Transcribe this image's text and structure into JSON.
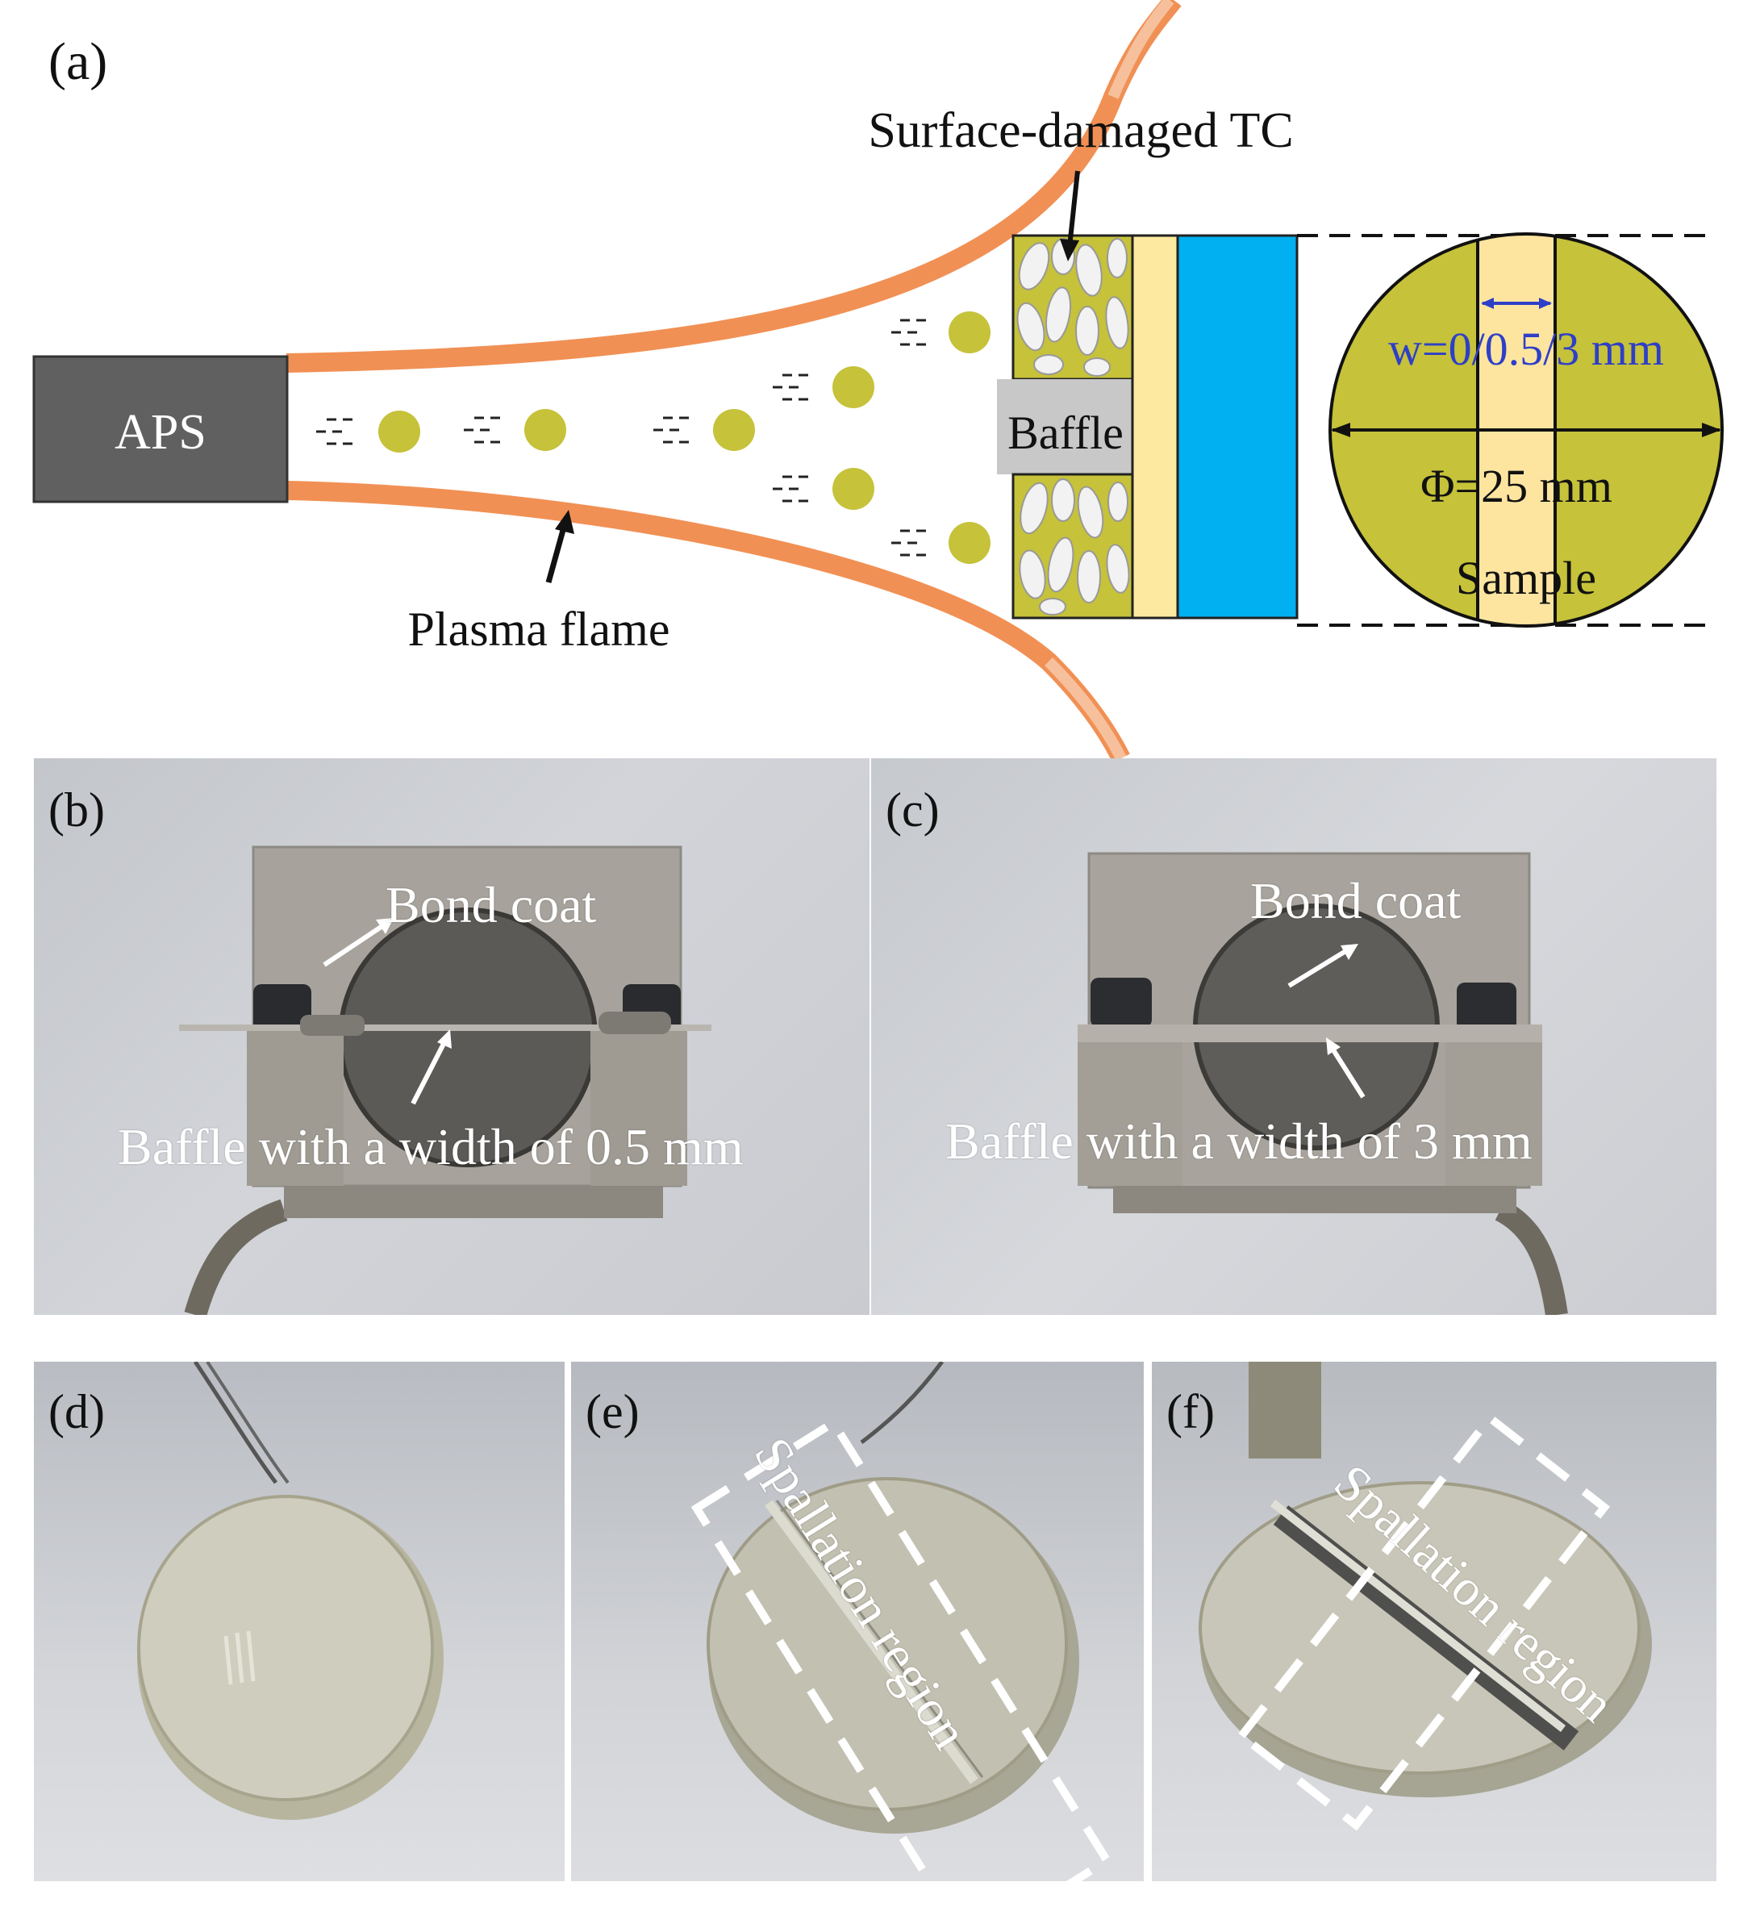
{
  "panel_a": {
    "label": "(a)",
    "aps_label": "APS",
    "plasma_flame_label": "Plasma flame",
    "tc_label": "Surface-damaged TC",
    "baffle_label": "Baffle",
    "width_label": "w=0/0.5/3 mm",
    "diameter_label": "Φ=25 mm",
    "sample_label": "Sample"
  },
  "panel_b": {
    "label": "(b)",
    "bond_coat_label": "Bond coat",
    "baffle_label": "Baffle with a width of 0.5 mm"
  },
  "panel_c": {
    "label": "(c)",
    "bond_coat_label": "Bond coat",
    "baffle_label": "Baffle with a width of 3 mm"
  },
  "panel_d": {
    "label": "(d)"
  },
  "panel_e": {
    "label": "(e)",
    "region_label": "Spallation region"
  },
  "panel_f": {
    "label": "(f)",
    "region_label": "Spallation region"
  },
  "colors": {
    "flame": "#f08a4b",
    "particle": "#c6c23a",
    "bond_coat_layer": "#fdeaa0",
    "substrate": "#00b0f0",
    "aps_box": "#606060",
    "baffle": "#c8c8c8"
  }
}
